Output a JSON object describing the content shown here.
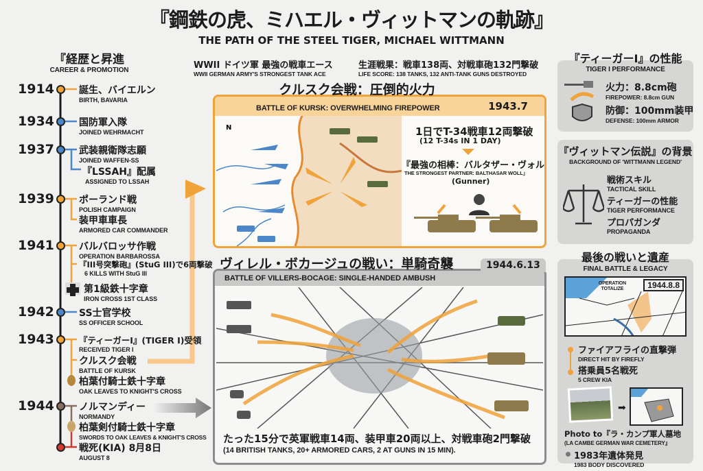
{
  "header": {
    "title": "『鋼鉄の虎、ミハエル・ヴィットマンの軌跡』",
    "subtitle": "THE PATH OF THE STEEL TIGER, MICHAEL WITTMANN",
    "tagline_jp": "WWII ドイツ軍 最強の戦車エース",
    "tagline_en": "WWII GERMAN ARMY'S STRONGEST TANK ACE",
    "score_jp": "生涯戦果：戦車138両、対戦車砲132門撃破",
    "score_en": "LIFE SCORE: 138 TANKS, 132 ANTI-TANK GUNS DESTROYED"
  },
  "career": {
    "title_jp": "『経歴と昇進",
    "title_en": "CAREER & PROMOTION",
    "years": [
      "1914",
      "1934",
      "1937",
      "1939",
      "1941",
      "1942",
      "1943",
      "1944"
    ],
    "events": [
      {
        "jp": "誕生、バイエルン",
        "en": "BIRTH, BAVARIA"
      },
      {
        "jp": "国防軍入隊",
        "en": "JOINED WEHRMACHT"
      },
      {
        "jp": "武装親衛隊志願",
        "en": "JOINED WAFFEN-SS"
      },
      {
        "jp": "『LSSAH』配属",
        "en": "ASSIGNED TO LSSAH"
      },
      {
        "jp": "ポーランド戦",
        "en": "POLISH CAMPAIGN"
      },
      {
        "jp": "装甲車車長",
        "en": "ARMORED CAR COMMANDER"
      },
      {
        "jp": "バルバロッサ作戦",
        "en": "OPERATION BARBAROSSA"
      },
      {
        "jp": "『III号突撃砲』(StuG III)で6両撃破",
        "en": "6 KILLS WITH StuG III"
      },
      {
        "jp": "第1級鉄十字章",
        "en": "IRON CROSS 1ST CLASS"
      },
      {
        "jp": "SS士官学校",
        "en": "SS OFFICER SCHOOL"
      },
      {
        "jp": "『ティーガーI』(TIGER I)受領",
        "en": "RECEIVED TIGER I"
      },
      {
        "jp": "クルスク会戦",
        "en": "BATTLE OF KURSK"
      },
      {
        "jp": "柏葉付騎士鉄十字章",
        "en": "OAK LEAVES TO KNIGHT'S CROSS"
      },
      {
        "jp": "ノルマンディー",
        "en": "NORMANDY"
      },
      {
        "jp": "柏葉剣付騎士鉄十字章",
        "en": "SWORDS TO OAK LEAVES & KNIGHT'S CROSS"
      },
      {
        "jp": "戦死(KIA) 8月8日",
        "en": "AUGUST 8"
      }
    ]
  },
  "kursk": {
    "title_jp": "クルスク会戦：圧倒的火力",
    "title_en": "BATTLE OF KURSK: OVERWHELMING FIREPOWER",
    "date": "1943.7",
    "north": "N",
    "kills_jp": "1日でT-34戦車12両撃破",
    "kills_en": "(12 T-34s IN 1 DAY)",
    "partner_jp": "『最強の相棒：バルタザー・ヴォル",
    "partner_en": "THE STRONGEST PARTNER: BALTHASAR WOLL」",
    "partner_role": "(Gunner)"
  },
  "villers": {
    "title_jp": "ヴィレル・ボカージュの戦い：単騎奇襲",
    "title_en": "BATTLE OF VILLERS-BOCAGE: SINGLE-HANDED AMBUSH",
    "date": "1944.6.13",
    "result_jp": "たった15分で英軍戦車14両、装甲車20両以上、対戦車砲2門撃破",
    "result_en": "(14 BRITISH TANKS, 20+ ARMORED CARS, 2 AT GUNS IN 15 MIN)."
  },
  "tiger": {
    "title_jp": "『ティーガーI』の性能",
    "title_en": "TIGER I PERFORMANCE",
    "fire_jp": "火力：8.8cm砲",
    "fire_en": "FIREPOWER: 8.8cm GUN",
    "def_jp": "防御：100mm装甲",
    "def_en": "DEFENSE: 100mm ARMOR"
  },
  "legend": {
    "title_jp": "『ヴィットマン伝説』の背景",
    "title_en": "BACKGROUND OF 'WITTMANN LEGEND'",
    "items": [
      {
        "jp": "戦術スキル",
        "en": "TACTICAL SKILL"
      },
      {
        "jp": "ティーガーの性能",
        "en": "TIGER PERFORMANCE"
      },
      {
        "jp": "プロパガンダ",
        "en": "PROPAGANDA"
      }
    ]
  },
  "final": {
    "title_jp": "最後の戦いと遺産",
    "title_en": "FINAL BATTLE & LEGACY",
    "map_label": "OPERATION TOTALIZE",
    "date": "1944.8.8",
    "hit_jp": "ファイアフライの直撃弾",
    "hit_en": "DIRECT HIT BY FIREFLY",
    "crew_jp": "搭乗員5名戦死",
    "crew_en": "5 CREW KIA",
    "photo_jp": "Photo to『ラ・カンプ軍人墓地",
    "photo_en": "(LA CAMBE GERMAN WAR CEMETERY』",
    "found_jp": "1983年遺体発見",
    "found_en": "1983 BODY DISCOVERED"
  },
  "colors": {
    "orange": "#f0a33a",
    "blue": "#4a86c8",
    "brown": "#8a6e66",
    "red": "#d33a2f",
    "gray": "#8c8c8c"
  }
}
